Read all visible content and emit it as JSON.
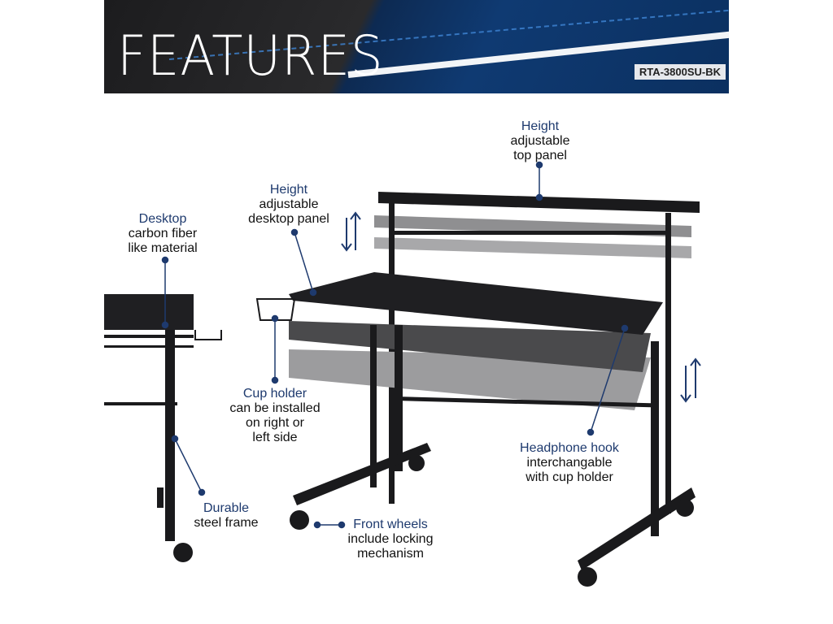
{
  "banner": {
    "title": "FEATURES",
    "sku": "RTA-3800SU-BK"
  },
  "features": [
    {
      "title": "Height",
      "lines": [
        "adjustable",
        "top panel"
      ]
    },
    {
      "title": "Height",
      "lines": [
        "adjustable",
        "desktop panel"
      ]
    },
    {
      "title": "Desktop",
      "lines": [
        "carbon fiber",
        "like material"
      ]
    },
    {
      "title": "Cup holder",
      "lines": [
        "can be installed",
        "on right or",
        "left side"
      ]
    },
    {
      "title": "Headphone hook",
      "lines": [
        "interchangable",
        "with cup holder"
      ]
    },
    {
      "title": "Durable",
      "lines": [
        "steel frame"
      ]
    },
    {
      "title": "Front wheels",
      "lines": [
        "include locking",
        "mechanism"
      ]
    }
  ],
  "colors": {
    "accent": "#1e3a6e",
    "desk": "#1a1a1c",
    "ghost": "#8a8a8c"
  }
}
